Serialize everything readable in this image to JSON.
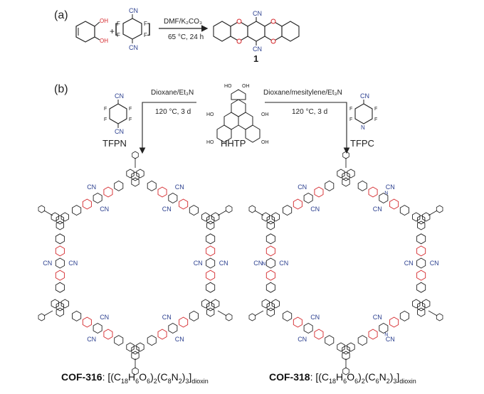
{
  "panel_a": {
    "label": "(a)",
    "condition_top": "DMF/K₂CO₃",
    "condition_bottom": "65 °C, 24 h",
    "product_number": "1",
    "cn": "CN",
    "oh": "OH",
    "f": "F",
    "plus": "+"
  },
  "panel_b": {
    "label": "(b)",
    "left_condition_top": "Dioxane/Et₃N",
    "left_condition_bottom": "120 °C, 3 d",
    "right_condition_top": "Dioxane/mesitylene/Et₃N",
    "right_condition_bottom": "120 °C, 3 d",
    "left_reagent": "TFPN",
    "center_reagent": "HHTP",
    "right_reagent": "TFPC",
    "ho": "HO",
    "oh": "OH",
    "n": "N"
  },
  "cof_left": {
    "name": "COF-316",
    "formula_parts": [
      "[(C",
      "18",
      "H",
      "6",
      "O",
      "6",
      ")",
      "2",
      "(C",
      "8",
      "N",
      "2",
      ")",
      "3",
      "]",
      "dioxin"
    ]
  },
  "cof_right": {
    "name": "COF-318",
    "formula_parts": [
      "[(C",
      "18",
      "H",
      "6",
      "O",
      "6",
      ")",
      "2",
      "(C",
      "6",
      "N",
      "2",
      ")",
      "3",
      "]",
      "dioxin"
    ]
  },
  "colors": {
    "oxygen": "#d4262a",
    "nitrile": "#2b3f8f",
    "bond": "#222222"
  }
}
